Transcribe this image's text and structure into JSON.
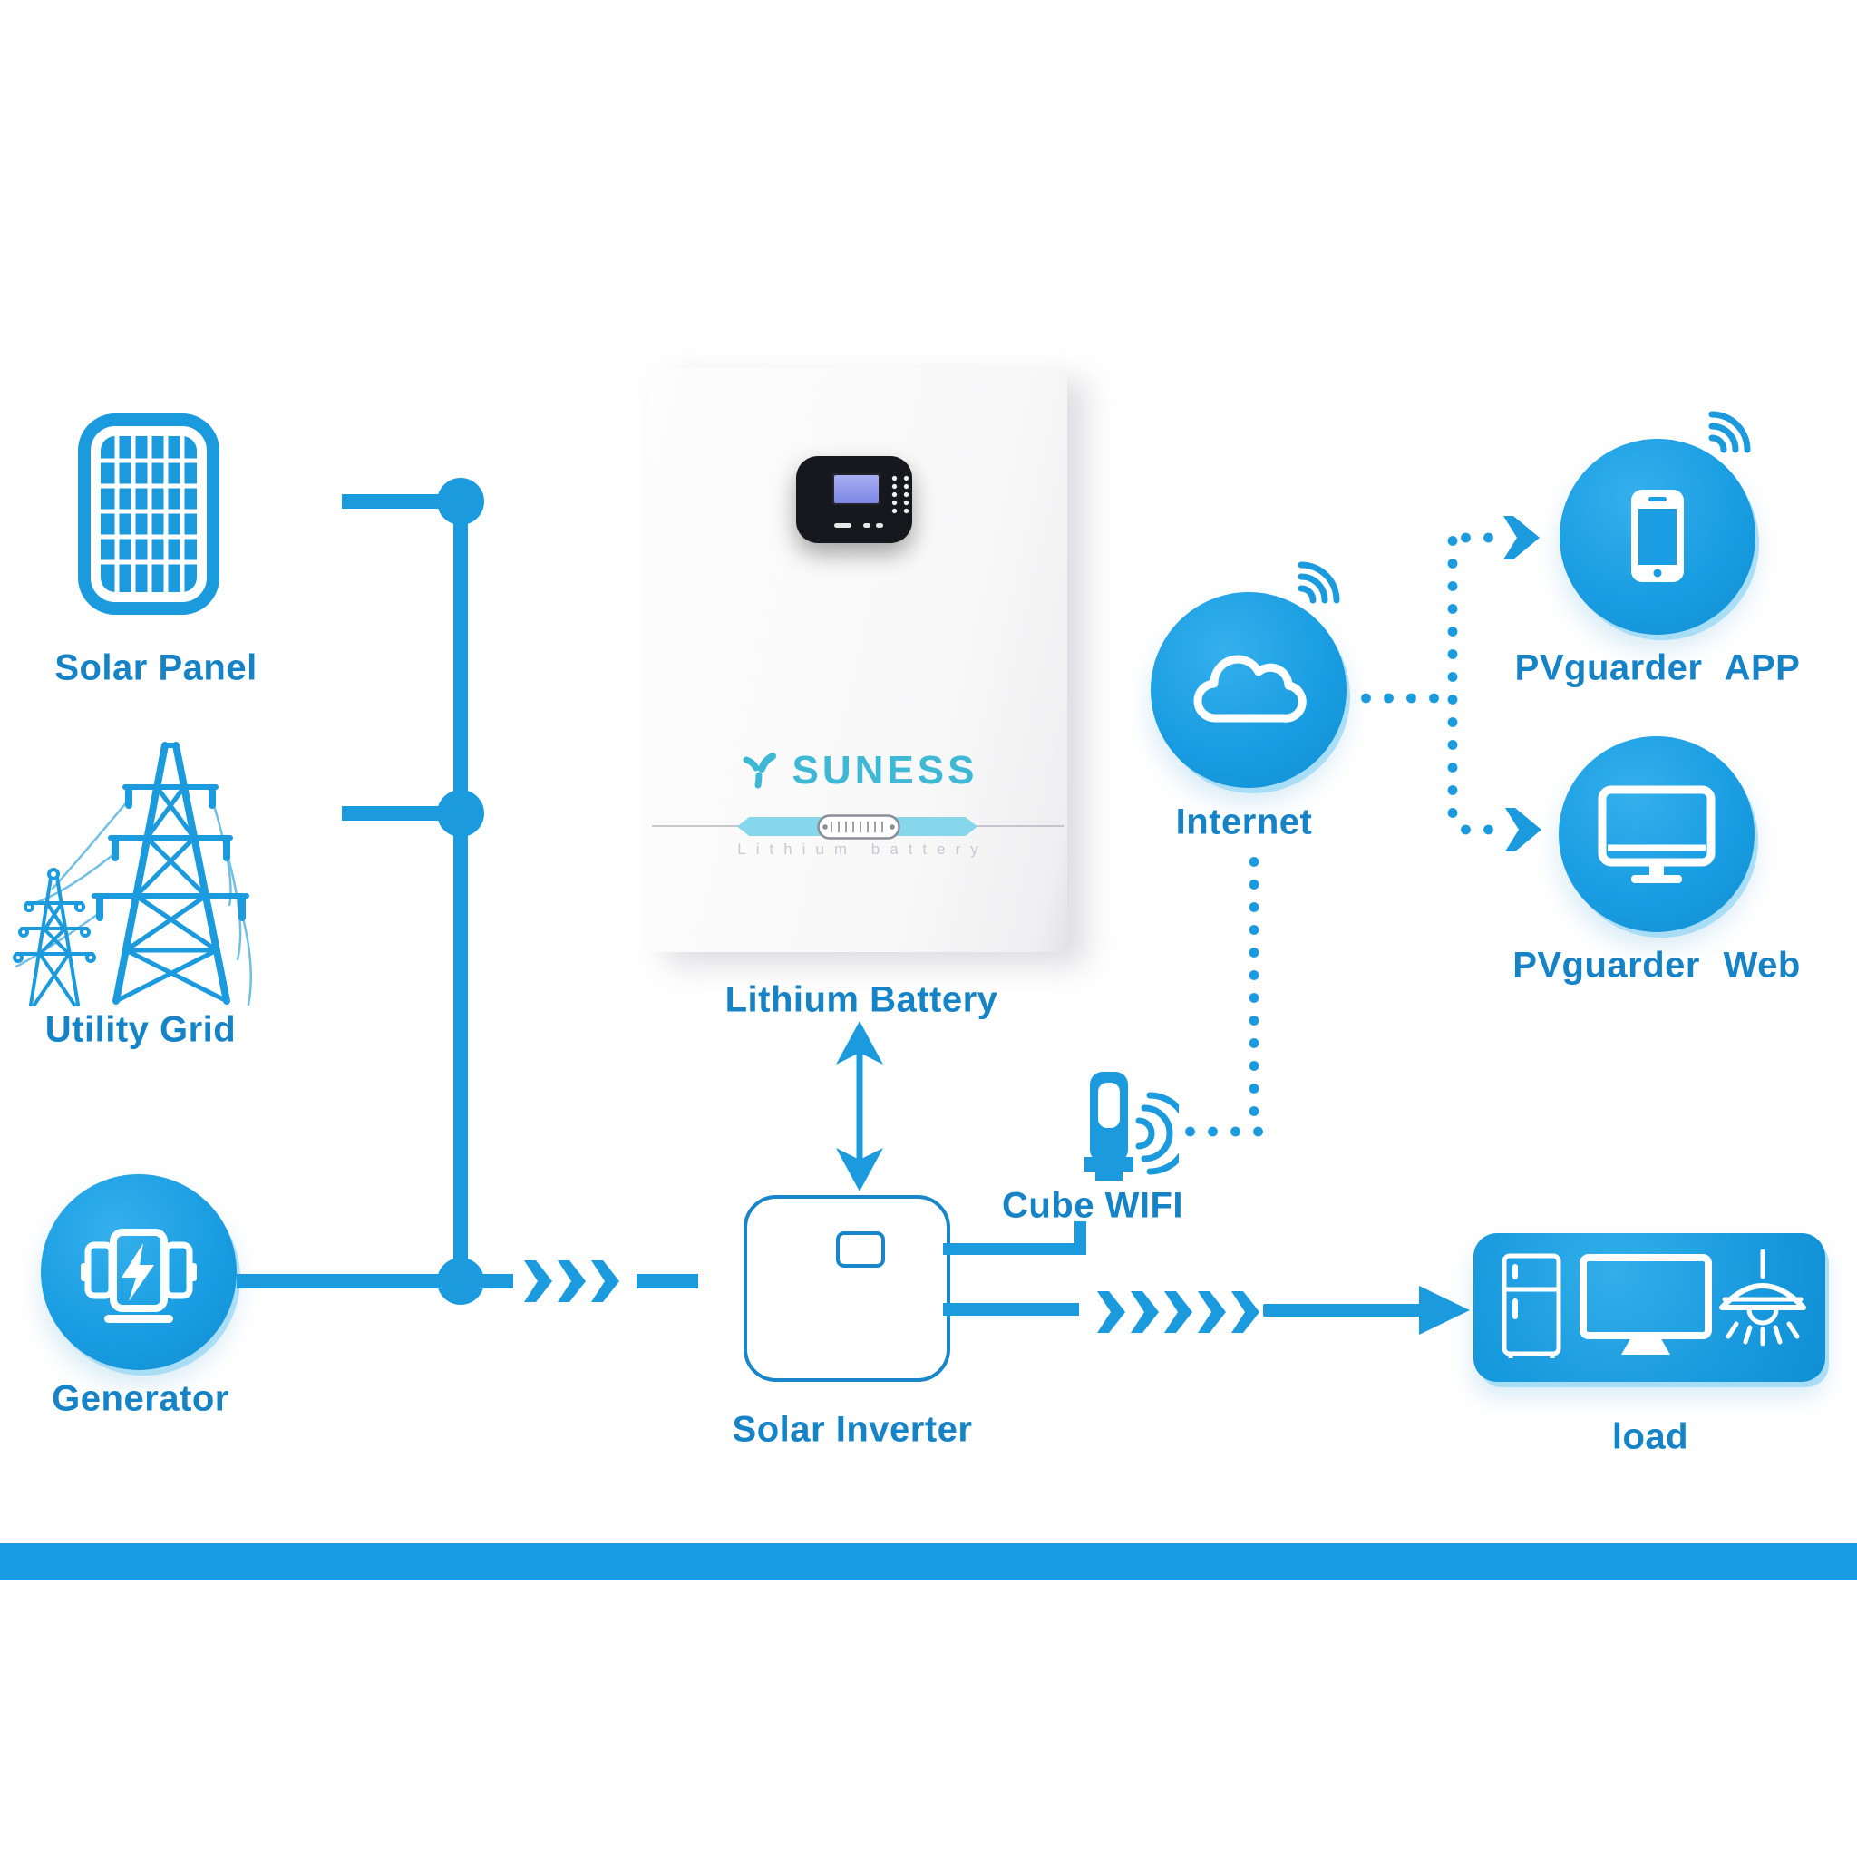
{
  "page": {
    "background": "#ffffff",
    "accent_blue": "#1b9ade",
    "label_blue": "#1583c6",
    "brand_teal": "#3eb8d4",
    "footer_bar_color": "#1a9ce2"
  },
  "nodes": {
    "solar_panel": {
      "label": "Solar Panel"
    },
    "utility_grid": {
      "label": "Utility Grid"
    },
    "generator": {
      "label": "Generator"
    },
    "lithium_battery": {
      "label": "Lithium Battery",
      "brand": "SUNESS",
      "engraving": "Lithium battery"
    },
    "solar_inverter": {
      "label": "Solar Inverter"
    },
    "cube_wifi": {
      "label": "Cube WIFI"
    },
    "internet": {
      "label": "Internet"
    },
    "pvguarder_app": {
      "label": "PVguarder APP"
    },
    "pvguarder_web": {
      "label": "PVguarder Web"
    },
    "load": {
      "label": "load"
    }
  }
}
